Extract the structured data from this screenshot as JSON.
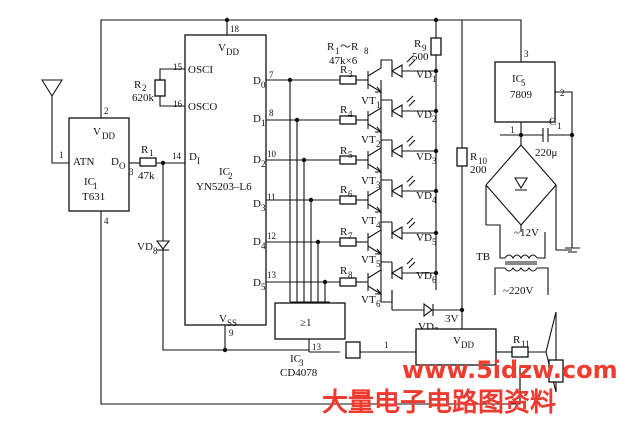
{
  "ic1": {
    "name": "IC",
    "sub": "1",
    "part": "T631",
    "vdd": "V",
    "vdd_sub": "DD",
    "atn": "ATN",
    "dout": "D",
    "dout_sub": "O",
    "pins": [
      "2",
      "1",
      "3",
      "4"
    ]
  },
  "ic2": {
    "name": "IC",
    "sub": "2",
    "part": "YN5203–L6",
    "vdd": "V",
    "vdd_sub": "DD",
    "vss": "V",
    "vss_sub": "SS",
    "osci": "OSCI",
    "osco": "OSCO",
    "di": "D",
    "di_sub": "I",
    "outputs": [
      {
        "d": "D",
        "sub": "0",
        "pin": "7"
      },
      {
        "d": "D",
        "sub": "1",
        "pin": "8"
      },
      {
        "d": "D",
        "sub": "2",
        "pin": "10"
      },
      {
        "d": "D",
        "sub": "3",
        "pin": "11"
      },
      {
        "d": "D",
        "sub": "4",
        "pin": "12"
      },
      {
        "d": "D",
        "sub": "5",
        "pin": "13"
      }
    ],
    "pins": {
      "vdd": "18",
      "osci": "15",
      "osco": "16",
      "di": "14",
      "vss": "9"
    }
  },
  "ic3": {
    "name": "IC",
    "sub": "3",
    "part": "CD4078",
    "gate": "≥1",
    "pin": "13"
  },
  "ic4": {
    "vdd": "V",
    "vdd_sub": "DD",
    "pin": "1"
  },
  "ic5": {
    "name": "IC",
    "sub": "5",
    "part": "7809",
    "pins": [
      "3",
      "2",
      "1"
    ]
  },
  "r1": {
    "name": "R",
    "sub": "1",
    "value": "47k"
  },
  "r2": {
    "name": "R",
    "sub": "2",
    "value": "620k"
  },
  "r_group": {
    "name": "R",
    "sub": "1",
    "tilde": "～R",
    "sub2": "8",
    "value": "47k×6"
  },
  "r_series": [
    {
      "name": "R",
      "sub": "3"
    },
    {
      "name": "R",
      "sub": "4"
    },
    {
      "name": "R",
      "sub": "5"
    },
    {
      "name": "R",
      "sub": "6"
    },
    {
      "name": "R",
      "sub": "7"
    },
    {
      "name": "R",
      "sub": "8"
    }
  ],
  "transistors": [
    {
      "name": "VT",
      "sub": "1"
    },
    {
      "name": "VT",
      "sub": "2"
    },
    {
      "name": "VT",
      "sub": "3"
    },
    {
      "name": "VT",
      "sub": "4"
    },
    {
      "name": "VT",
      "sub": "5"
    },
    {
      "name": "VT",
      "sub": "6"
    }
  ],
  "leds": [
    {
      "name": "VD",
      "sub": "1"
    },
    {
      "name": "VD",
      "sub": "2"
    },
    {
      "name": "VD",
      "sub": "3"
    },
    {
      "name": "VD",
      "sub": "4"
    },
    {
      "name": "VD",
      "sub": "5"
    },
    {
      "name": "VD",
      "sub": "6"
    }
  ],
  "r9": {
    "name": "R",
    "sub": "9",
    "value": "500"
  },
  "r10": {
    "name": "R",
    "sub": "10",
    "value": "200"
  },
  "r11": {
    "name": "R",
    "sub": "11"
  },
  "vd7": {
    "name": "VD",
    "sub": "7"
  },
  "vd8": {
    "name": "VD",
    "sub": "8"
  },
  "c1": {
    "name": "C",
    "sub": "1",
    "value": "220μ"
  },
  "tb": {
    "name": "TB",
    "secondary": "~12V",
    "primary": "~220V"
  },
  "voltage_3v": "3V",
  "watermark": {
    "site": "www.5idzw.com",
    "title": "大量电子电路图资料"
  }
}
